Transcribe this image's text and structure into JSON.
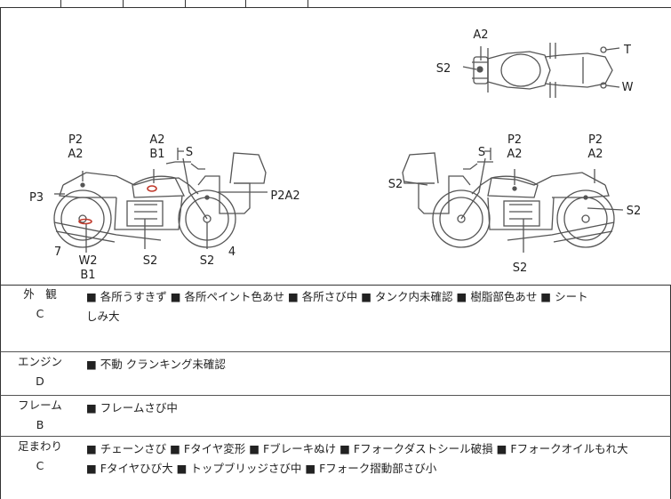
{
  "diagram": {
    "top_view": {
      "label_a2": "A2",
      "label_s2": "S2",
      "label_t": "T",
      "label_w": "W"
    },
    "left_view": {
      "p2": "P2",
      "a2": "A2",
      "a2b": "A2",
      "b1": "B1",
      "s": "S",
      "p3": "P3",
      "p2a2": "P2A2",
      "s2a": "S2",
      "s2b": "S2",
      "n4": "4",
      "n7": "7",
      "w2": "W2",
      "b1b": "B1"
    },
    "right_view": {
      "s": "S",
      "p2": "P2",
      "a2": "A2",
      "p2b": "P2",
      "a2b": "A2",
      "s2left": "S2",
      "s2right": "S2",
      "s2bottom": "S2"
    }
  },
  "rows": [
    {
      "head1": "外　観",
      "head2": "C",
      "lines": [
        "■ 各所うすきず ■ 各所ペイント色あせ ■ 各所さび中 ■ タンク内未確認 ■ 樹脂部色あせ ■ シート",
        "しみ大"
      ]
    },
    {
      "head1": "エンジン",
      "head2": "D",
      "lines": [
        "■ 不動 クランキング未確認"
      ]
    },
    {
      "head1": "フレーム",
      "head2": "B",
      "lines": [
        "■ フレームさび中"
      ]
    },
    {
      "head1": "足まわり",
      "head2": "C",
      "lines": [
        "■ チェーンさび ■ Fタイヤ変形 ■ Fブレーキぬけ ■ Fフォークダストシール破損 ■ Fフォークオイルもれ大",
        "■ Fタイヤひび大 ■ トップブリッジさび中 ■ Fフォーク摺動部さび小"
      ]
    }
  ],
  "colors": {
    "damage_mark": "#c0392b",
    "line": "#555555"
  }
}
